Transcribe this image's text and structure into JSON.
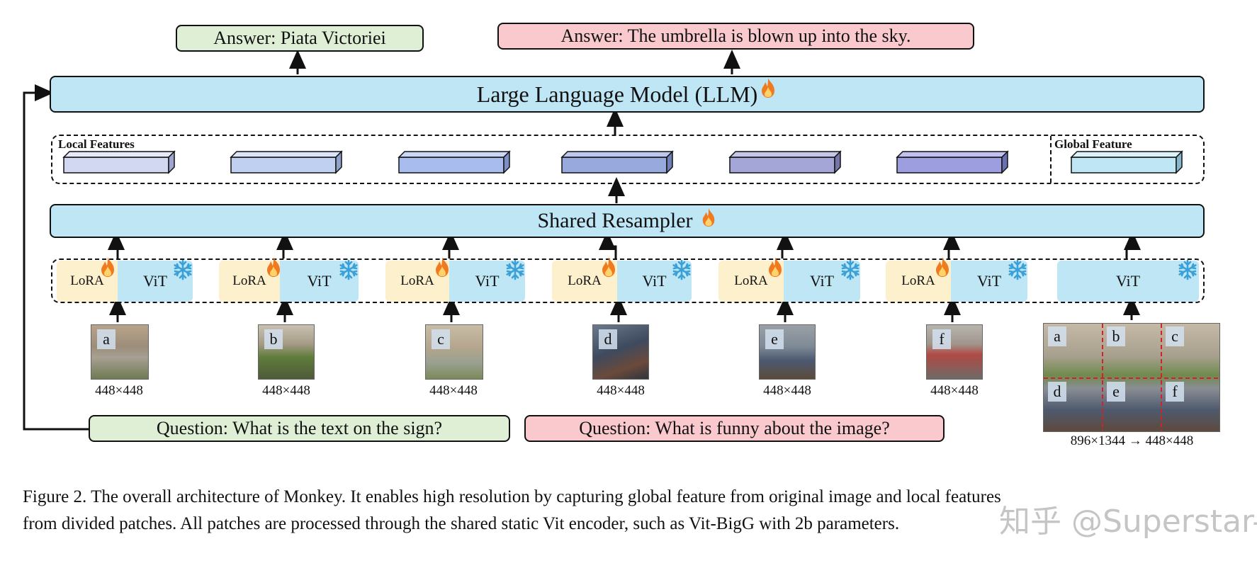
{
  "answers": {
    "left": "Answer:  Piata Victoriei",
    "right": "Answer:  The umbrella is blown up into the sky."
  },
  "llm": {
    "label": "Large Language Model (LLM)"
  },
  "features": {
    "local_label": "Local Features",
    "global_label": "Global Feature"
  },
  "resampler": {
    "label": "Shared Resampler"
  },
  "encoders": {
    "lora_label": "LoRA",
    "vit_label": "ViT"
  },
  "patches": {
    "letters": [
      "a",
      "b",
      "c",
      "d",
      "e",
      "f"
    ],
    "size_label": "448×448",
    "full_size_label": "896×1344 → 448×448"
  },
  "questions": {
    "left": "Question: What is the text on the sign?",
    "right": "Question: What is funny about the image?"
  },
  "caption": {
    "line1": "Figure 2. The overall architecture of Monkey. It enables high resolution by capturing global feature from original image and local features",
    "line2": "from divided patches. All patches are processed through the shared static Vit encoder, such as Vit-BigG with 2b parameters."
  },
  "watermark": "知乎 @Superstar-X",
  "colors": {
    "answer_green": "#deefd6",
    "answer_pink": "#f9c9cd",
    "llm_blue": "#bfe6f5",
    "lora_yellow": "#fdf0cc",
    "flame": "#f07a1f",
    "snowflake": "#3aa0d8"
  }
}
